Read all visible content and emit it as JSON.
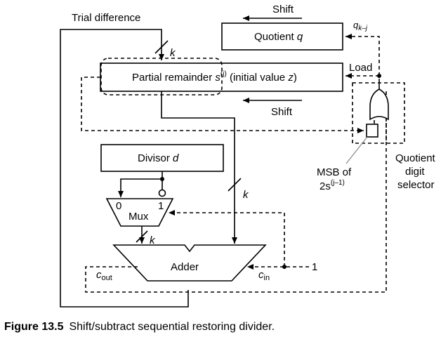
{
  "diagram": {
    "labels": {
      "trial_difference": "Trial difference",
      "shift_top": "Shift",
      "shift_mid": "Shift",
      "quotient": "Quotient ",
      "quotient_var": "q",
      "q_index": "q",
      "q_sub": "k–j",
      "load": "Load",
      "partial_remainder": "Partial remainder ",
      "s_var": "s",
      "s_sup": "(j)",
      "initial_value": " (initial value ",
      "z_var": "z",
      "close_paren": ")",
      "k_top": "k",
      "k_right": "k",
      "k_mux": "k",
      "divisor": "Divisor ",
      "divisor_var": "d",
      "mux": "Mux",
      "mux_in0": "0",
      "mux_in1": "1",
      "adder": "Adder",
      "cout_c": "c",
      "cout_sub": "out",
      "cin_c": "c",
      "cin_sub": "in",
      "one": "1",
      "msb_of": "MSB of",
      "msb_2s": "2s",
      "msb_sup": "(j–1)",
      "qds_line1": "Quotient",
      "qds_line2": "digit",
      "qds_line3": "selector"
    },
    "caption": {
      "prefix": "Figure 13.5",
      "text": "Shift/subtract sequential restoring divider."
    }
  }
}
